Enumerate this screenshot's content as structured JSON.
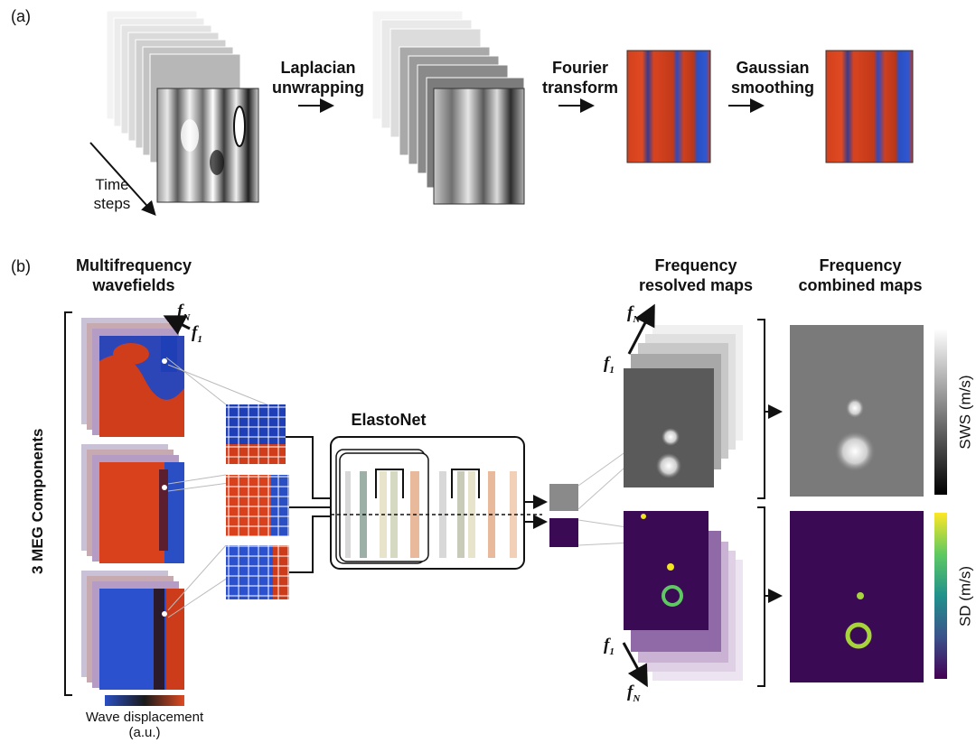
{
  "panel_a": {
    "label": "(a)",
    "time_steps": [
      "Time",
      "steps"
    ],
    "step1": [
      "Laplacian",
      "unwrapping"
    ],
    "step2": [
      "Fourier",
      "transform"
    ],
    "step3": [
      "Gaussian",
      "smoothing"
    ]
  },
  "panel_b": {
    "label": "(b)",
    "multifreq_title": [
      "Multifrequency",
      "wavefields"
    ],
    "components_label": "3 MEG Components",
    "freq_top": "f",
    "freq_top_sub": "N",
    "freq_bottom": "f",
    "freq_bottom_sub": "1",
    "wave_legend": [
      "Wave displacement",
      "(a.u.)"
    ],
    "elastonet_title": "ElastoNet",
    "resolved_title": [
      "Frequency",
      "resolved maps"
    ],
    "combined_title": [
      "Frequency",
      "combined maps"
    ],
    "sws_label": "SWS (m/s)",
    "sd_label": "SD (m/s)"
  },
  "colors": {
    "red": "#d2401c",
    "blue": "#2a4fc4",
    "viridis_dark": "#3b0a55",
    "viridis_yellow": "#f1e51d",
    "gray_box": "#8a8a8a"
  }
}
